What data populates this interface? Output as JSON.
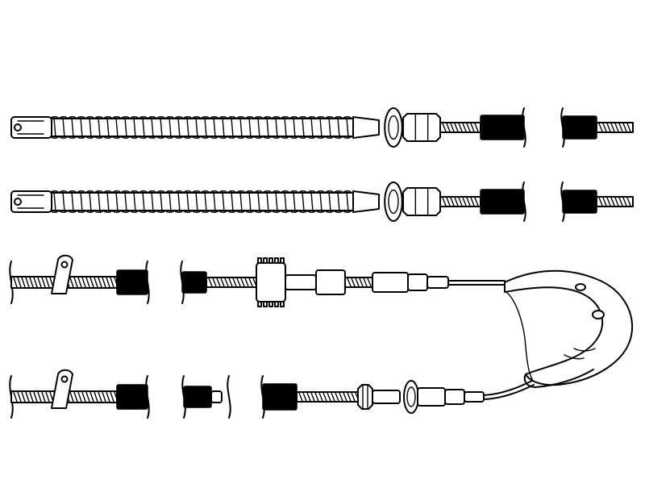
{
  "figure": {
    "background": "#ffffff",
    "ink": "#000000",
    "cable_count": 4,
    "cables": [
      {
        "id": "cable-1",
        "type": "spring-covered cable with eyelet end, adjuster nut and sheathed break"
      },
      {
        "id": "cable-2",
        "type": "spring-covered cable with eyelet end, adjuster nut and sheathed break"
      },
      {
        "id": "cable-3",
        "type": "sheathed cable with mounting bracket, nut and U-shaped guide"
      },
      {
        "id": "cable-4",
        "type": "sheathed cable with mounting bracket, nut and U-shaped guide"
      }
    ]
  }
}
